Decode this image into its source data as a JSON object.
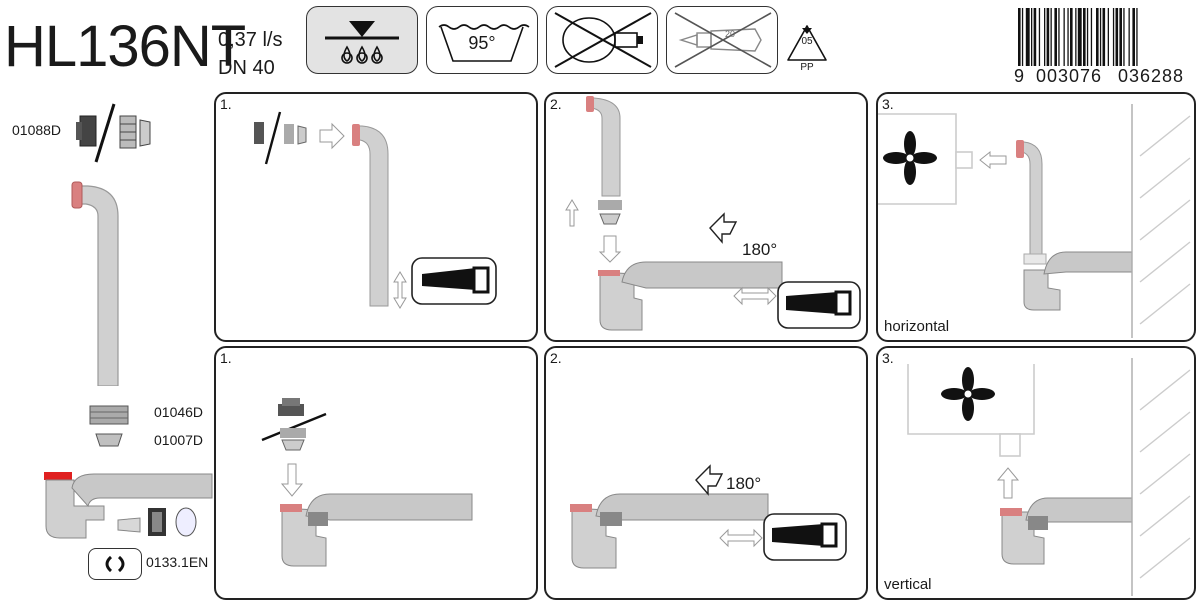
{
  "header": {
    "model": "HL136NT",
    "flow_rate": "0,37 l/s",
    "diameter": "DN 40",
    "temperature": "95°",
    "recycling_code": "05",
    "material": "PP",
    "barcode_lead_digit": "9",
    "barcode_group1": "003076",
    "barcode_group2": "036288",
    "tube_label": "20"
  },
  "parts": {
    "part1": "01088D",
    "part2": "01046D",
    "part3": "01007D",
    "part4": "0133.1EN"
  },
  "panels": {
    "top_row": [
      {
        "step": "1."
      },
      {
        "step": "2.",
        "rotation": "180°"
      },
      {
        "step": "3.",
        "caption": "horizontal"
      }
    ],
    "bottom_row": [
      {
        "step": "1."
      },
      {
        "step": "2.",
        "rotation": "180°"
      },
      {
        "step": "3.",
        "caption": "vertical"
      }
    ]
  },
  "colors": {
    "pipe": "#c8c8c8",
    "pipe_dark": "#8a8a8a",
    "seal": "#d98080",
    "red_cap": "#e02020",
    "line": "#222222"
  }
}
